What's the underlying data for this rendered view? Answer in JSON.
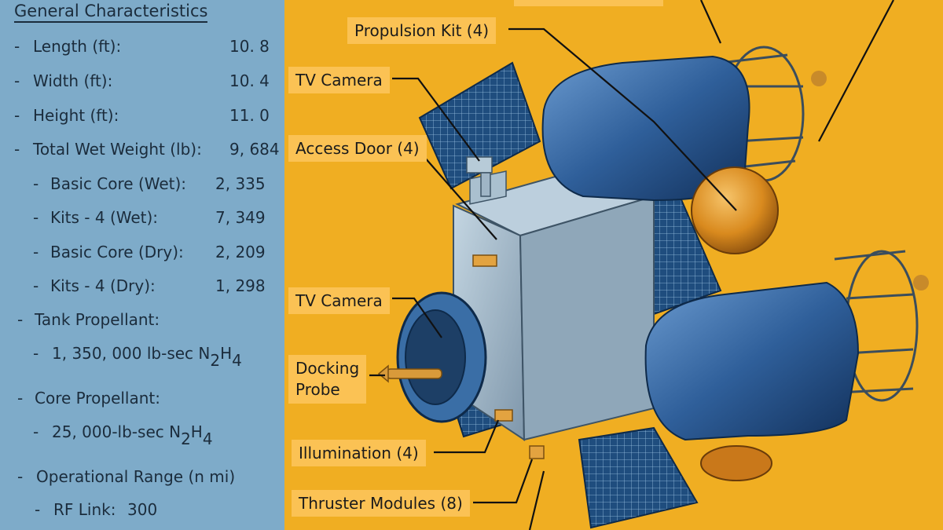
{
  "spec": {
    "title": "General Characteristics",
    "rows": [
      {
        "dash": "-",
        "label": "Length (ft):",
        "value": "10. 8"
      },
      {
        "dash": "-",
        "label": "Width (ft):",
        "value": "10. 4"
      },
      {
        "dash": "-",
        "label": "Height (ft):",
        "value": "11. 0"
      },
      {
        "dash": "-",
        "label": "Total Wet Weight (lb):",
        "value": "9, 684"
      },
      {
        "dash": "-",
        "label": "Basic Core (Wet):",
        "value": "2, 335"
      },
      {
        "dash": "-",
        "label": "Kits - 4 (Wet):",
        "value": "7, 349"
      },
      {
        "dash": "-",
        "label": "Basic Core (Dry):",
        "value": "2, 209"
      },
      {
        "dash": "-",
        "label": "Kits - 4 (Dry):",
        "value": "1, 298"
      },
      {
        "dash": "-",
        "label": "Tank Propellant:"
      },
      {
        "dash": "-",
        "label": "1, 350, 000 lb-sec N",
        "sub1": "2",
        "mid": "H",
        "sub2": "4"
      },
      {
        "dash": "-",
        "label": "Core Propellant:"
      },
      {
        "dash": "-",
        "label": "25, 000-lb-sec N",
        "sub1": "2",
        "mid": "H",
        "sub2": "4"
      },
      {
        "dash": "-",
        "label": "Operational Range (n mi)"
      },
      {
        "dash": "-",
        "label": "RF Link:",
        "value": "300"
      }
    ]
  },
  "callouts": {
    "propulsion_kit": "Propulsion Kit (4)",
    "tv_camera_top": "TV Camera",
    "access_door": "Access Door (4)",
    "tv_camera_mid": "TV Camera",
    "docking_probe_line1": "Docking",
    "docking_probe_line2": "Probe",
    "illumination": "Illumination (4)",
    "thruster_modules": "Thruster Modules (8)"
  },
  "colors": {
    "panel_blue": "#7eabc9",
    "background_orange": "#f0ae22",
    "label_box": "#fbc254",
    "tank_blue": "#2f5f9a",
    "frame_grey": "#9bb2c2",
    "sphere_orange": "#d98a1e"
  }
}
